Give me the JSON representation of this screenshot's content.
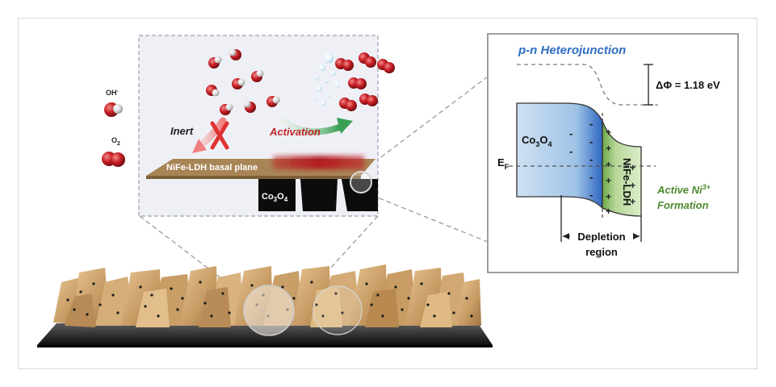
{
  "legend": {
    "hydroxide": {
      "base": "OH",
      "sup": "-"
    },
    "oxygen": {
      "base": "O",
      "sub": "2"
    }
  },
  "inset": {
    "inert": "Inert",
    "activation": "Activation",
    "plane_label": "NiFe-LDH basal plane",
    "support": {
      "base": "Co",
      "sub1": "3",
      "mid": "O",
      "sub2": "4"
    }
  },
  "band": {
    "title": "p-n Heterojunction",
    "delta_phi": "ΔΦ = 1.18 eV",
    "fermi": {
      "base": "E",
      "sub": "F"
    },
    "left_material": {
      "base": "Co",
      "sub1": "3",
      "mid": "O",
      "sub2": "4"
    },
    "right_material": "NiFe-LDH",
    "depletion_line1": "Depletion",
    "depletion_line2": "region",
    "active_line1_base": "Active Ni",
    "active_line1_sup": "3+",
    "active_line2": "Formation",
    "minus": "-",
    "plus": "+"
  },
  "colors": {
    "title_blue": "#2f6ec2",
    "active_green": "#4e8a2e",
    "activation_red": "#c0262b",
    "plane_brown": "#a88556",
    "cluster_tan": "#c9a06b",
    "co3o4_blue": "#9fc3e6",
    "ldh_green": "#b7d89a"
  }
}
